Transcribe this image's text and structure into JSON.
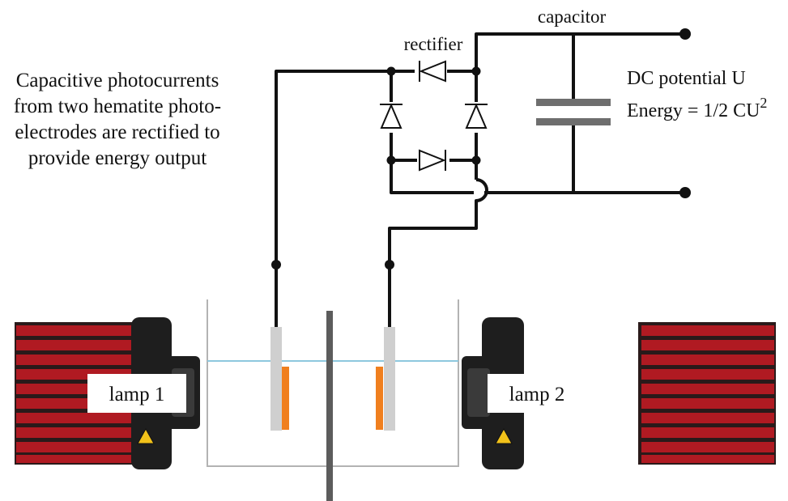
{
  "labels": {
    "capacitor": "capacitor",
    "rectifier": "rectifier",
    "description": [
      "Capacitive photocurrents",
      "from two hematite photo-",
      "electrodes are rectified to",
      "provide energy output"
    ],
    "dc_potential": "DC potential U",
    "energy_prefix": "Energy = 1/2 CU",
    "energy_exponent": "2",
    "lamp1": "lamp 1",
    "lamp2": "lamp 2"
  },
  "colors": {
    "wire": "#111111",
    "capacitor_plate": "#6e6e6e",
    "electrode_glass": "#cfcfcf",
    "hematite": "#f07f1e",
    "water_line": "#8ec8de",
    "container": "#b3b3b3",
    "membrane": "#5c5c5c",
    "lamp_red": "#b01a22",
    "lamp_dark": "#2a1a1a",
    "lamp_black": "#1e1e1e",
    "warning_yellow": "#f2c21a"
  }
}
